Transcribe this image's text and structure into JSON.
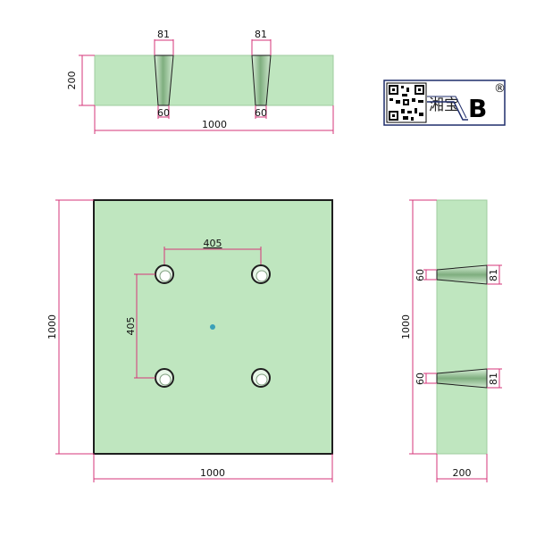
{
  "colors": {
    "plate_fill": "#bfe6bf",
    "dimension_line": "#d6357a",
    "outline": "#1e1e1e"
  },
  "top_view": {
    "hole_top_left": "81",
    "hole_top_right": "81",
    "hole_bottom_left": "60",
    "hole_bottom_right": "60",
    "height": "200",
    "width": "1000"
  },
  "front_view": {
    "hole_spacing_horizontal": "405",
    "hole_spacing_vertical": "405",
    "height": "1000",
    "width": "1000"
  },
  "side_view": {
    "upper_hole_left": "60",
    "upper_hole_right": "81",
    "lower_hole_left": "60",
    "lower_hole_right": "81",
    "height": "1000",
    "width": "200"
  },
  "logo": {
    "text": "湘宝",
    "letter": "B",
    "registered": "®",
    "icon": "qr-code-icon"
  }
}
